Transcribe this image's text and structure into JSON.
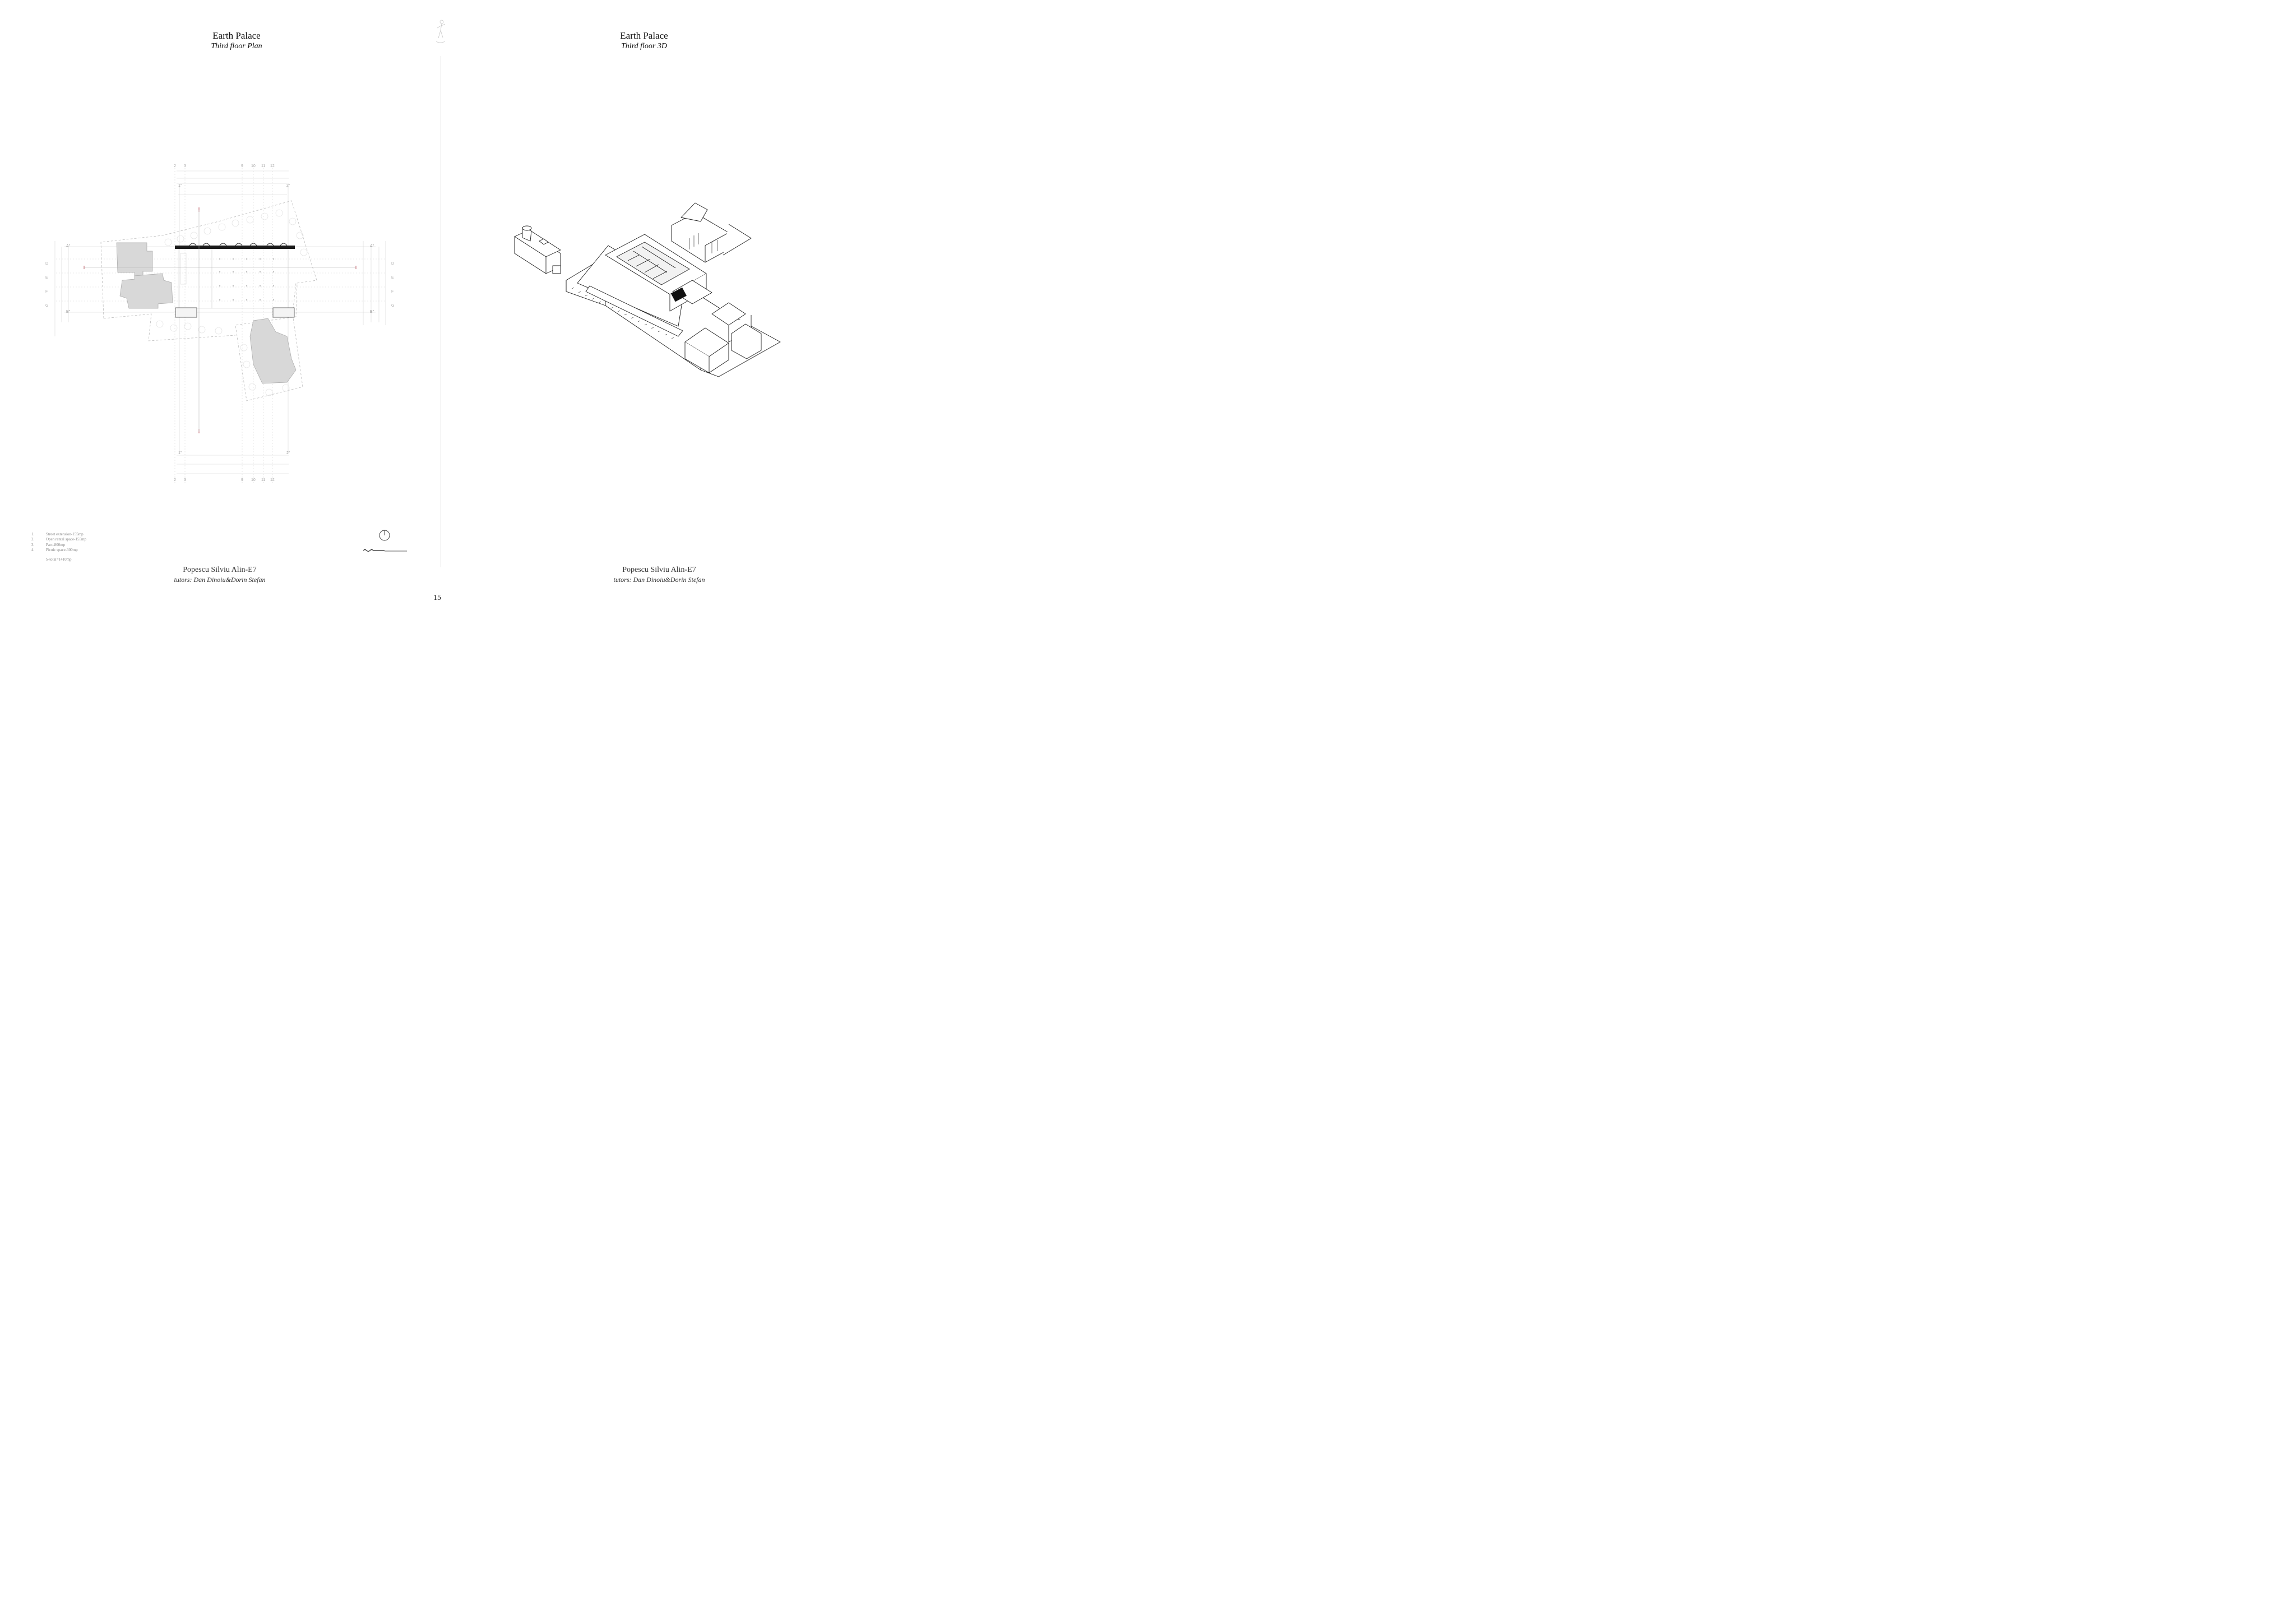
{
  "left_page": {
    "title": "Earth Palace",
    "subtitle": "Third floor Plan",
    "author": "Popescu Silviu Alin-E7",
    "tutors": "tutors: Dan Dinoiu&Dorin Stefan",
    "legend": [
      {
        "num": "1.",
        "text": "Street extension-155mp"
      },
      {
        "num": "2.",
        "text": "Open rental space-155mp"
      },
      {
        "num": "3.",
        "text": "Parc-800mp"
      },
      {
        "num": "4.",
        "text": "Picnic space-300mp"
      }
    ],
    "legend_total": "S-total=1410mp",
    "grid_labels_top": [
      "2",
      "3",
      "9",
      "10",
      "11",
      "12"
    ],
    "grid_labels_bottom": [
      "2",
      "3",
      "9",
      "10",
      "11",
      "12"
    ],
    "grid_labels_side": [
      "D",
      "E",
      "F",
      "G"
    ],
    "section_marks": [
      "A\"",
      "B\"",
      "1\"",
      "2\""
    ]
  },
  "right_page": {
    "title": "Earth Palace",
    "subtitle": "Third floor 3D",
    "author": "Popescu Silviu Alin-E7",
    "tutors": "tutors: Dan Dinoiu&Dorin Stefan"
  },
  "page_number": "15",
  "colors": {
    "accent_red": "#b23a48",
    "ink": "#222222",
    "faint": "#bbbbbb"
  }
}
